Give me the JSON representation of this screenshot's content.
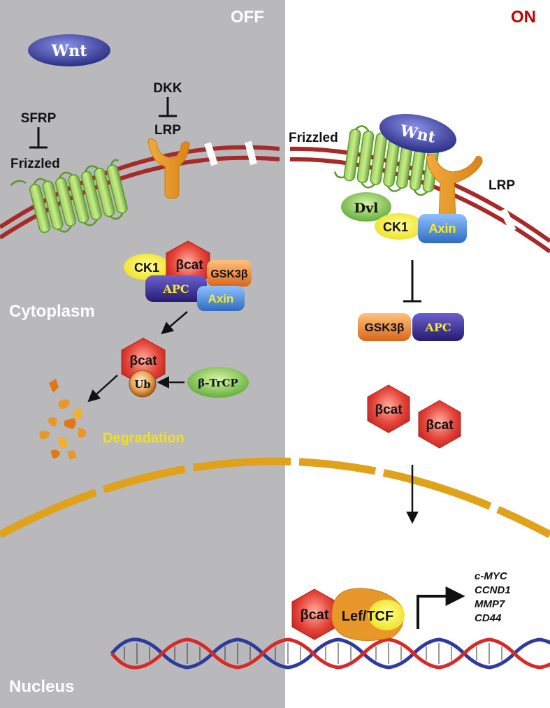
{
  "panels": {
    "off_label": "OFF",
    "on_label": "ON"
  },
  "compartments": {
    "cytoplasm": "Cytoplasm",
    "nucleus": "Nucleus",
    "degradation": "Degradation"
  },
  "off_state": {
    "wnt": "Wnt",
    "sfrp": "SFRP",
    "frizzled": "Frizzled",
    "dkk": "DKK",
    "lrp": "LRP",
    "ck1": "CK1",
    "bcat": "βcat",
    "gsk3b": "GSK3β",
    "apc": "APC",
    "axin": "Axin",
    "bcat2": "βcat",
    "ub": "Ub",
    "btrcp": "β-TrCP"
  },
  "on_state": {
    "frizzled": "Frizzled",
    "wnt": "Wnt",
    "lrp": "LRP",
    "dvl": "Dvl",
    "ck1": "CK1",
    "axin": "Axin",
    "gsk3b": "GSK3β",
    "apc": "APC",
    "bcat_a": "βcat",
    "bcat_b": "βcat",
    "bcat_nuc": "βcat",
    "lef_tcf": "Lef/TCF",
    "target_genes": [
      "c-MYC",
      "CCND1",
      "MMP7",
      "CD44"
    ]
  },
  "colors": {
    "off_background": "#b9b9bc",
    "on_label": "#c00000",
    "degradation": "#f2e01a",
    "membrane": "#a62a2a",
    "nuclear_envelope": "#e0a21a",
    "wnt": "#2a2f9a",
    "frizzled": "#8dc63f",
    "lrp": "#e8982a",
    "bcat": "#d43127",
    "apc": "#3a2f8c",
    "axin": "#4a8ad8",
    "gsk3b": "#e0792a",
    "ck1": "#f6ea2a",
    "dvl": "#7cc04a",
    "btrcp": "#7cc04a",
    "ub": "#c8741e"
  }
}
